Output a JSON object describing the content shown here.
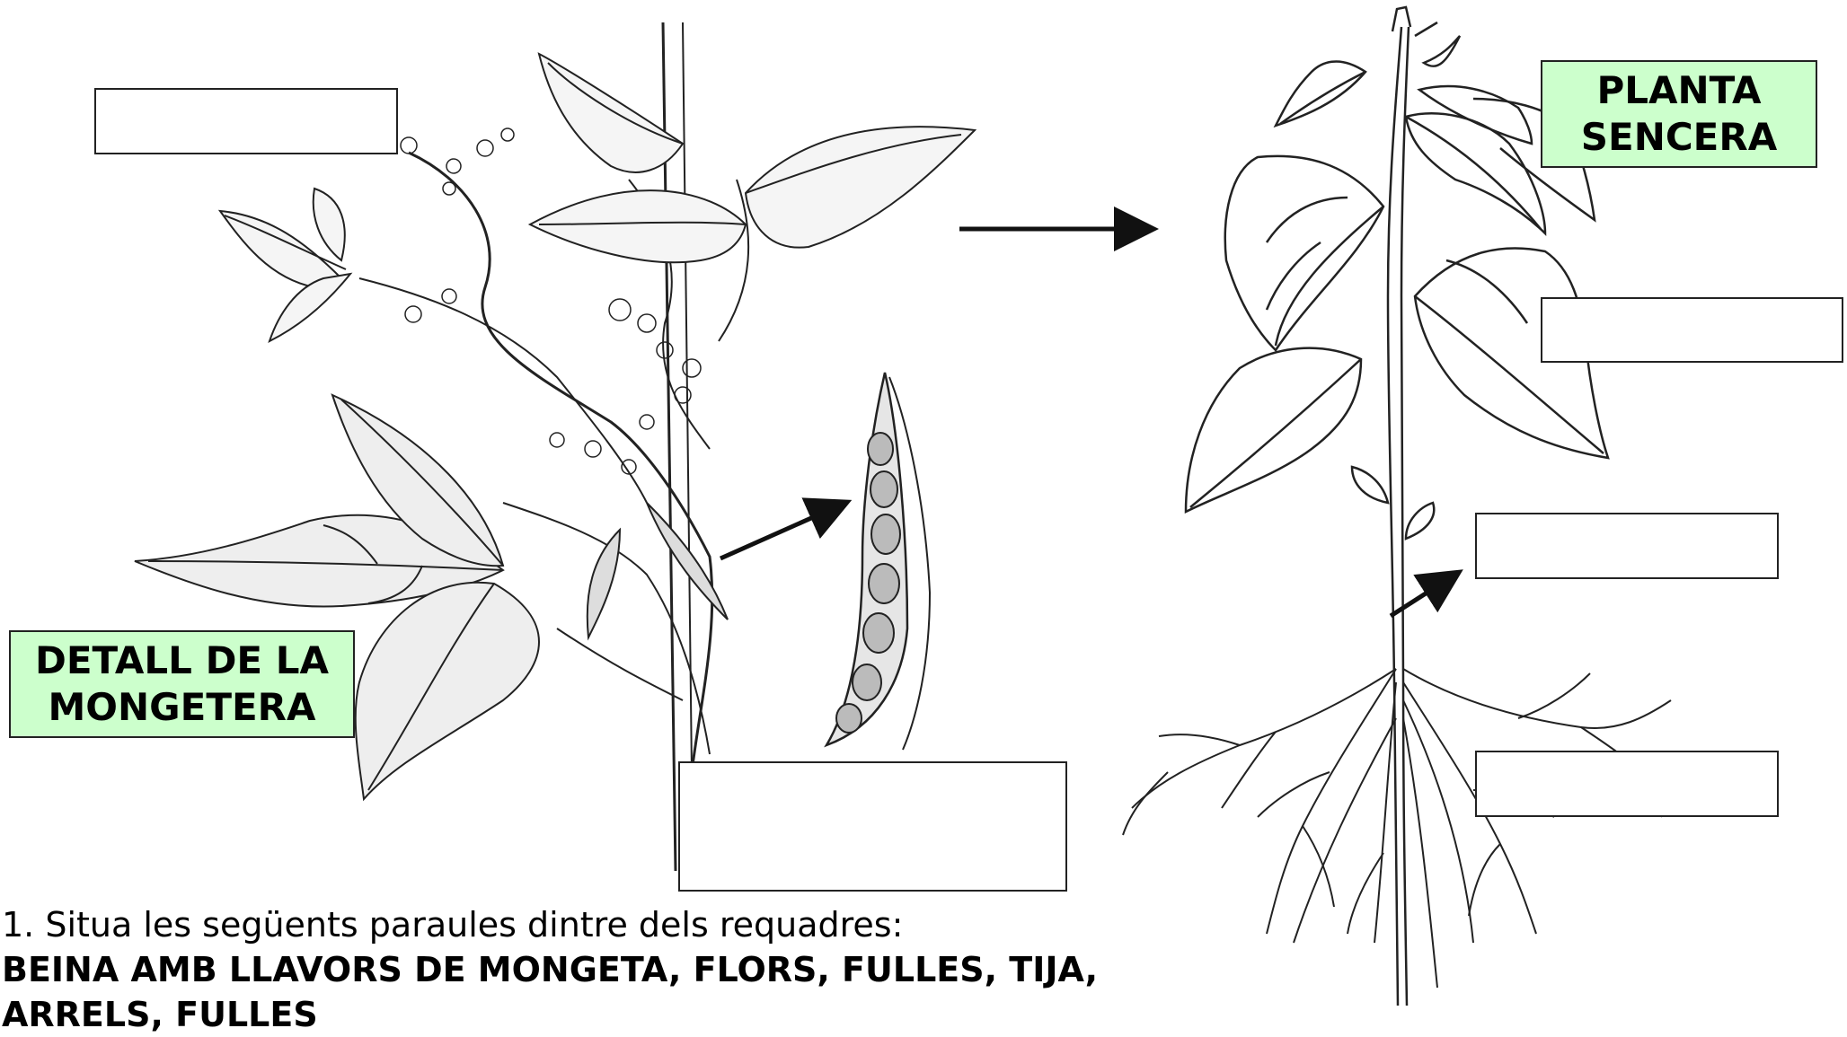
{
  "labels": {
    "detail_line1": "DETALL DE LA",
    "detail_line2": "MONGETERA",
    "whole_line1": "PLANTA",
    "whole_line2": "SENCERA"
  },
  "instructions": {
    "line1": "1. Situa les següents paraules dintre dels requadres:",
    "line2": "BEINA AMB LLAVORS DE MONGETA, FLORS, FULLES, TIJA, ARRELS, FULLES"
  },
  "colors": {
    "label_fill": "#ccffcc",
    "line": "#111111"
  }
}
